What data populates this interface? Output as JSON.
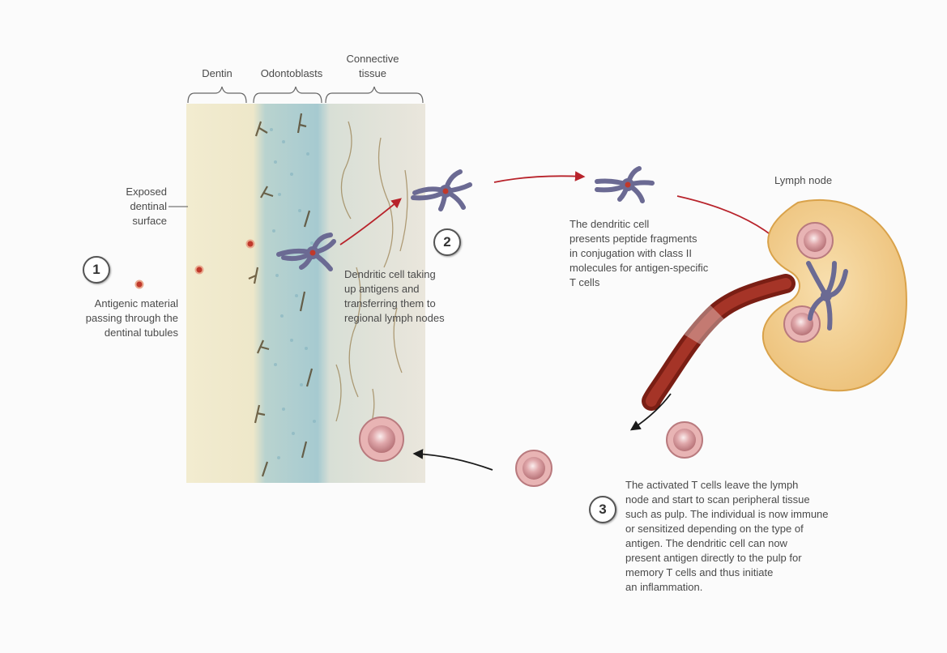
{
  "labels": {
    "dentin": "Dentin",
    "odontoblasts": "Odontoblasts",
    "connective_tissue": "Connective\ntissue",
    "exposed_surface": "Exposed\ndentinal\nsurface",
    "lymph_node": "Lymph node"
  },
  "steps": [
    {
      "number": "1",
      "text": "Antigenic material\npassing through the\ndentinal tubules"
    },
    {
      "number": "2",
      "text": "Dendritic cell taking\nup antigens and\ntransferring them to\nregional lymph nodes"
    },
    {
      "number": "3",
      "text": "The activated T cells leave the lymph\nnode and start to scan peripheral tissue\nsuch as pulp. The individual is now immune\nor sensitized depending on the type of\nantigen. The dendritic cell can now\npresent antigen directly to the pulp for\nmemory T cells and thus initiate\nan inflammation."
    }
  ],
  "presentation_text": "The dendritic cell\npresents peptide fragments\nin conjugation with class II\nmolecules for antigen-specific\nT cells",
  "colors": {
    "arrow_red": "#b8232b",
    "arrow_black": "#1a1a1a",
    "dendritic_cell": "#6b6a93",
    "antigen": "#c0392b",
    "lymph_node_fill": "#f3cf8e",
    "t_cell": "#d49a9a",
    "vessel": "#8c2418"
  }
}
